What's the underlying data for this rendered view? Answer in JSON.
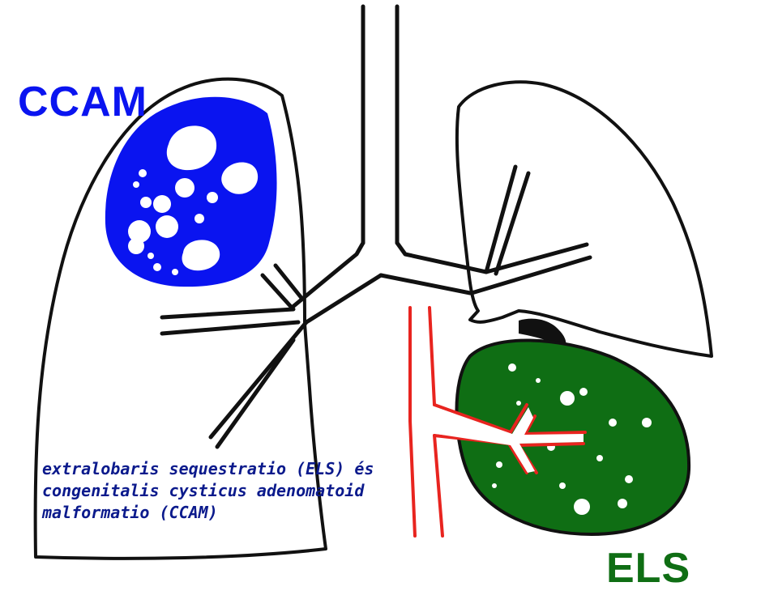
{
  "labels": {
    "ccam": "CCAM",
    "els": "ELS"
  },
  "caption": {
    "line1": "extralobaris sequestratio (ELS) és",
    "line2": "congenitalis cysticus adenomatoid",
    "line3": "malformatio (CCAM)"
  },
  "colors": {
    "ccam": "#0a14f0",
    "els": "#0f6e14",
    "vessel": "#e8241f",
    "outline": "#111111",
    "caption": "#0b1a8c"
  }
}
